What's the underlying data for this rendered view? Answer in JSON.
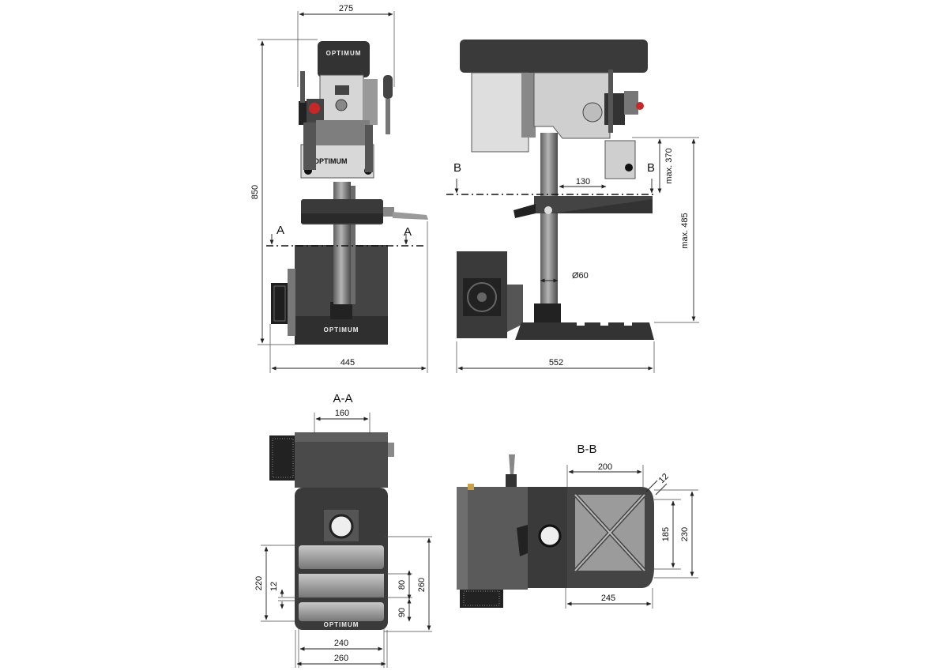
{
  "views": {
    "front": {
      "width_top": "275",
      "height": "850",
      "base_width": "445",
      "section_marker": "A"
    },
    "side": {
      "base_length": "552",
      "section_marker": "B",
      "table_offset": "130",
      "max_370": "max. 370",
      "max_485": "max. 485",
      "column_dia": "Ø60"
    },
    "section_aa": {
      "title": "A-A",
      "d160": "160",
      "d220": "220",
      "d12": "12",
      "d80": "80",
      "d90": "90",
      "d260_v": "260",
      "d240": "240",
      "d260_h": "260",
      "brand": "OPTIMUM"
    },
    "section_bb": {
      "title": "B-B",
      "d200": "200",
      "d12": "12",
      "d185": "185",
      "d230": "230",
      "d245": "245"
    }
  },
  "labels": {
    "head_brand": "OPTIMUM"
  },
  "colors": {
    "body_dark": "#3c3c3c",
    "body_mid": "#5a5a5a",
    "column": "#8a8a8a",
    "table_gray": "#9a9a9a",
    "panel_light": "#dcdcdc",
    "dim_line": "#222222"
  }
}
